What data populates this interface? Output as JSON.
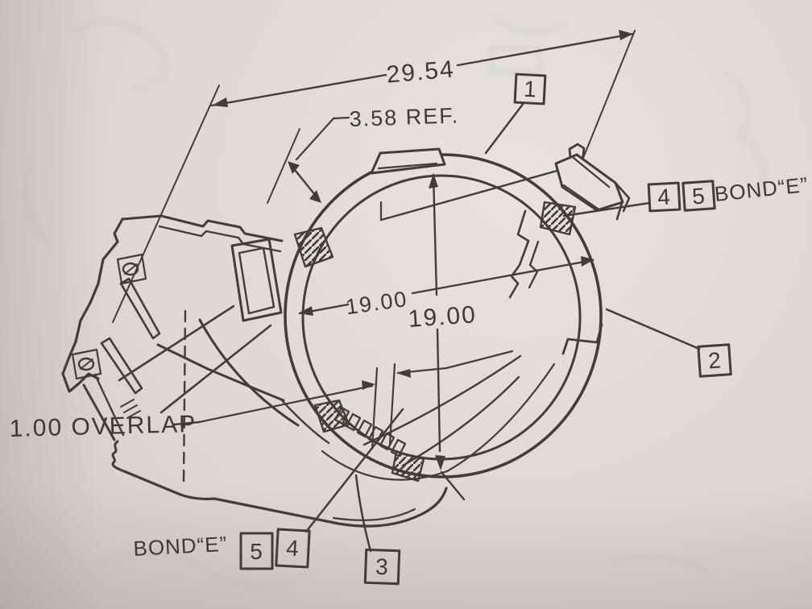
{
  "photo": {
    "subject": "engineering line drawing of a duct housing with bonded ring flange",
    "paper_color": "#dcd8d4",
    "ink_color": "#3f3833"
  },
  "dimensions": {
    "overall": "29.54",
    "ref": "3.58 REF.",
    "width": "19.00",
    "height": "19.00",
    "overlap": "1.00 OVERLAP"
  },
  "callouts": {
    "item_1": "1",
    "item_2": "2",
    "item_3": "3",
    "bond_right": {
      "box_a": "4",
      "box_b": "5",
      "label": "BOND“E”"
    },
    "bond_bottom": {
      "label": "BOND“E”",
      "box_a": "5",
      "box_b": "4"
    }
  }
}
